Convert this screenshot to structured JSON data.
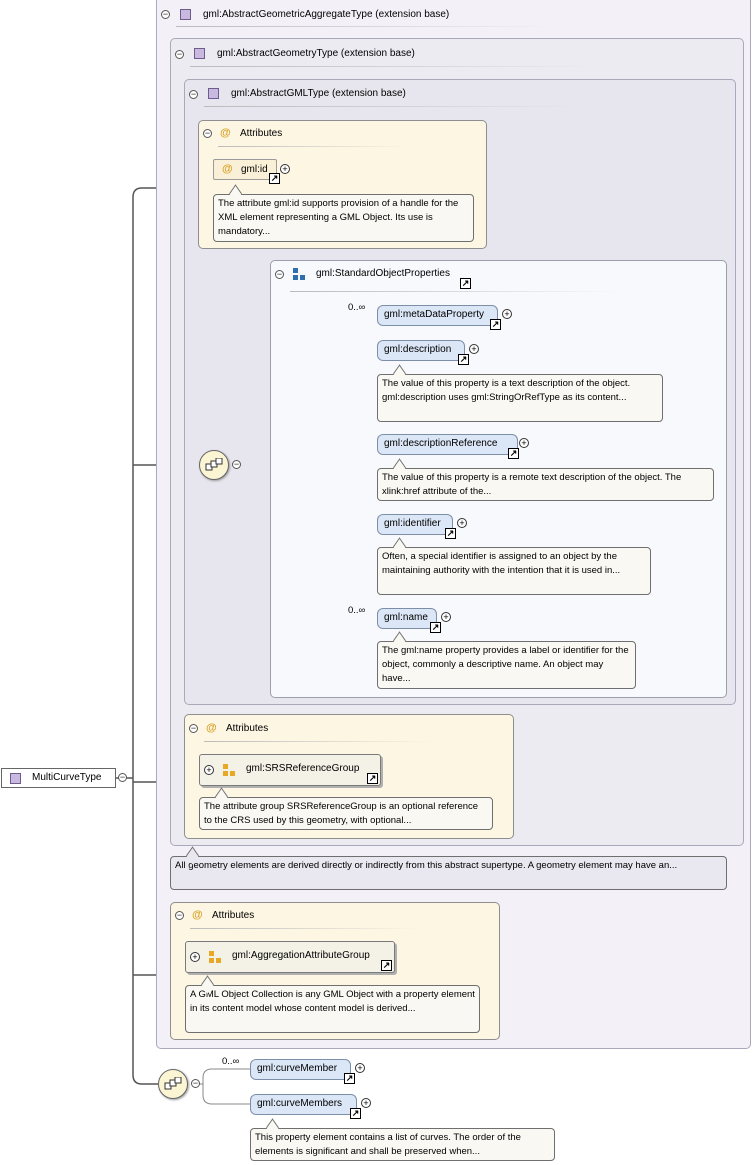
{
  "root": {
    "label": "MultiCurveType"
  },
  "outer": {
    "title": "gml:AbstractGeometricAggregateType (extension base)"
  },
  "geometry": {
    "title": "gml:AbstractGeometryType (extension base)",
    "doc": "All geometry elements are derived directly or indirectly from this abstract supertype. A geometry element may have an..."
  },
  "gmltype": {
    "title": "gml:AbstractGMLType (extension base)"
  },
  "attributes1": {
    "title": "Attributes",
    "item": "gml:id",
    "doc": "The attribute gml:id supports provision of a handle for the XML element representing a GML Object. Its use is mandatory..."
  },
  "standard": {
    "title": "gml:StandardObjectProperties",
    "items": [
      {
        "label": "gml:metaDataProperty",
        "card": "0..∞",
        "doc": ""
      },
      {
        "label": "gml:description",
        "card": "",
        "doc": "The value of this property is a text description of the object. gml:description uses gml:StringOrRefType as its content..."
      },
      {
        "label": "gml:descriptionReference",
        "card": "",
        "doc": "The value of this property is a remote text description of the object. The xlink:href attribute of the..."
      },
      {
        "label": "gml:identifier",
        "card": "",
        "doc": "Often, a special identifier is assigned to an object by the maintaining authority with the intention that it is used in..."
      },
      {
        "label": "gml:name",
        "card": "0..∞",
        "doc": "The gml:name property provides a label or identifier for the object, commonly a descriptive name. An object may have..."
      }
    ]
  },
  "attributes2": {
    "title": "Attributes",
    "group": "gml:SRSReferenceGroup",
    "doc": "The attribute group SRSReferenceGroup is an optional reference to the CRS used by this geometry, with optional..."
  },
  "attributes3": {
    "title": "Attributes",
    "group": "gml:AggregationAttributeGroup",
    "doc": "A GML Object Collection is any GML Object with a property element in its content model whose content model is derived..."
  },
  "members": {
    "items": [
      {
        "label": "gml:curveMember",
        "card": "0..∞",
        "doc": ""
      },
      {
        "label": "gml:curveMembers",
        "card": "",
        "doc": "This property element contains a list of curves. The order of the elements is significant and shall be preserved when..."
      }
    ]
  },
  "symbols": {
    "link": "↗",
    "plus": "+",
    "minus": "−",
    "at": "@",
    "seq": "⧉"
  },
  "colors": {
    "element": "#dbe6f6",
    "attributes": "#fdf6e3",
    "type": "#c9b8e0",
    "group_icon": "#e6a825",
    "seq_icon": "#fcf5d4"
  }
}
